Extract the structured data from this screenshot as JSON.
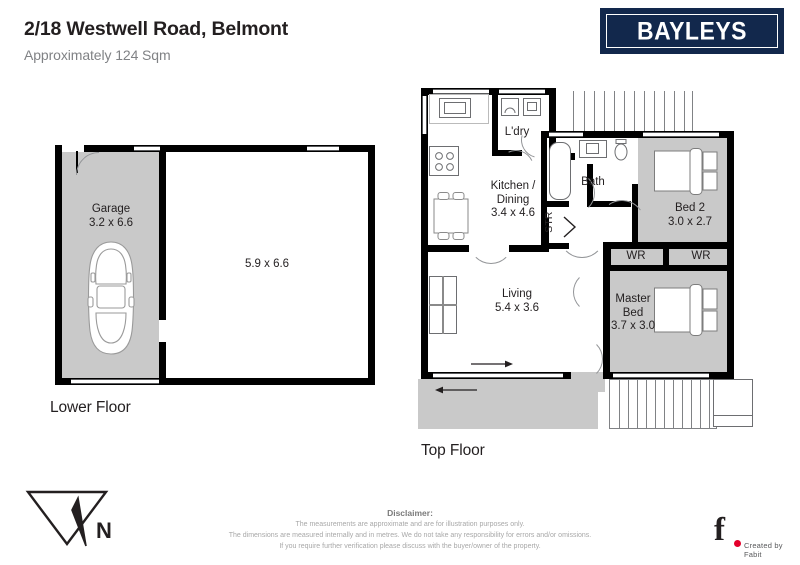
{
  "header": {
    "title": "2/18 Westwell Road, Belmont",
    "subtitle": "Approximately 124 Sqm",
    "brand": "BAYLEYS"
  },
  "lower_floor": {
    "label": "Lower Floor",
    "rooms": [
      {
        "name": "Garage",
        "dims": "3.2 x 6.6"
      },
      {
        "name": "",
        "dims": "5.9 x 6.6"
      }
    ]
  },
  "top_floor": {
    "label": "Top Floor",
    "rooms": [
      {
        "name": "L'dry",
        "dims": ""
      },
      {
        "name": "Kitchen /",
        "name2": "Dining",
        "dims": "3.4 x 4.6"
      },
      {
        "name": "Bath",
        "dims": ""
      },
      {
        "name": "Bed 2",
        "dims": "3.0 x 2.7"
      },
      {
        "name": "Living",
        "dims": "5.4 x 3.6"
      },
      {
        "name": "Master",
        "name2": "Bed",
        "dims": "3.7 x 3.0"
      }
    ],
    "stair_label": "STR",
    "wardrobe_left": "WR",
    "wardrobe_right": "WR"
  },
  "compass": {
    "north": "N"
  },
  "disclaimer": {
    "title": "Disclaimer:",
    "line1": "The measurements are approximate and are for illustration purposes only.",
    "line2": "The dimensions are measured internally and in metres. We do not take any responsibility for errors and/or omissions.",
    "line3": "If you require further verification please discuss with the buyer/owner of the property."
  },
  "credit": {
    "mark": "f",
    "text": "Created by Fabit"
  },
  "colors": {
    "brand_navy": "#12284c",
    "wall_black": "#000000",
    "room_gray": "#c9c9c9",
    "accent_red": "#e4002b"
  }
}
